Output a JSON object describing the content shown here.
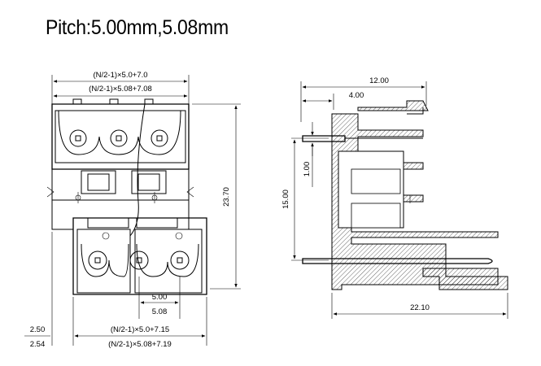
{
  "title": "Pitch:5.00mm,5.08mm",
  "front_view": {
    "dim_top_1": "(N/2-1)×5.0+7.0",
    "dim_top_2": "(N/2-1)×5.08+7.08",
    "dim_height": "23.70",
    "dim_pitch_1": "5.00",
    "dim_pitch_2": "5.08",
    "dim_left_1": "2.50",
    "dim_left_2": "2.54",
    "dim_bottom_1": "(N/2-1)×5.0+7.15",
    "dim_bottom_2": "(N/2-1)×5.08+7.19"
  },
  "side_view": {
    "dim_width": "12.00",
    "dim_offset": "4.00",
    "dim_pin": "1.00",
    "dim_height": "15.00",
    "dim_depth": "22.10"
  }
}
